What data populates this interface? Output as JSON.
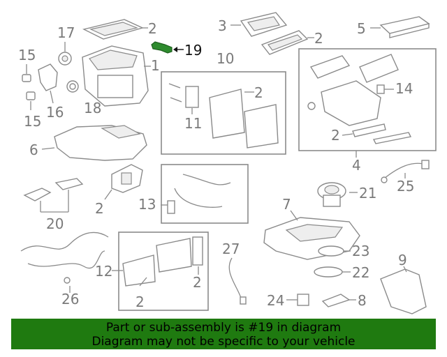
{
  "callouts": {
    "c1": "1",
    "c2a": "2",
    "c2b": "2",
    "c2c": "2",
    "c2d": "2",
    "c2e": "2",
    "c2f": "2",
    "c2g": "2",
    "c3": "3",
    "c5": "5",
    "c6": "6",
    "c7": "7",
    "c8": "8",
    "c9": "9",
    "c10": "10",
    "c11": "11",
    "c12": "12",
    "c13": "13",
    "c14": "14",
    "c15a": "15",
    "c15b": "15",
    "c16": "16",
    "c17": "17",
    "c18": "18",
    "c19": "19",
    "c20": "20",
    "c21": "21",
    "c22": "22",
    "c23": "23",
    "c24": "24",
    "c25": "25",
    "c26": "26",
    "c27": "27",
    "c4": "4"
  },
  "highlight_color": "#2e8b2e",
  "banner": {
    "line1": "Part or sub-assembly is #19 in diagram",
    "line2": "Diagram may not be specific to your vehicle",
    "color": "#1f7a10"
  }
}
